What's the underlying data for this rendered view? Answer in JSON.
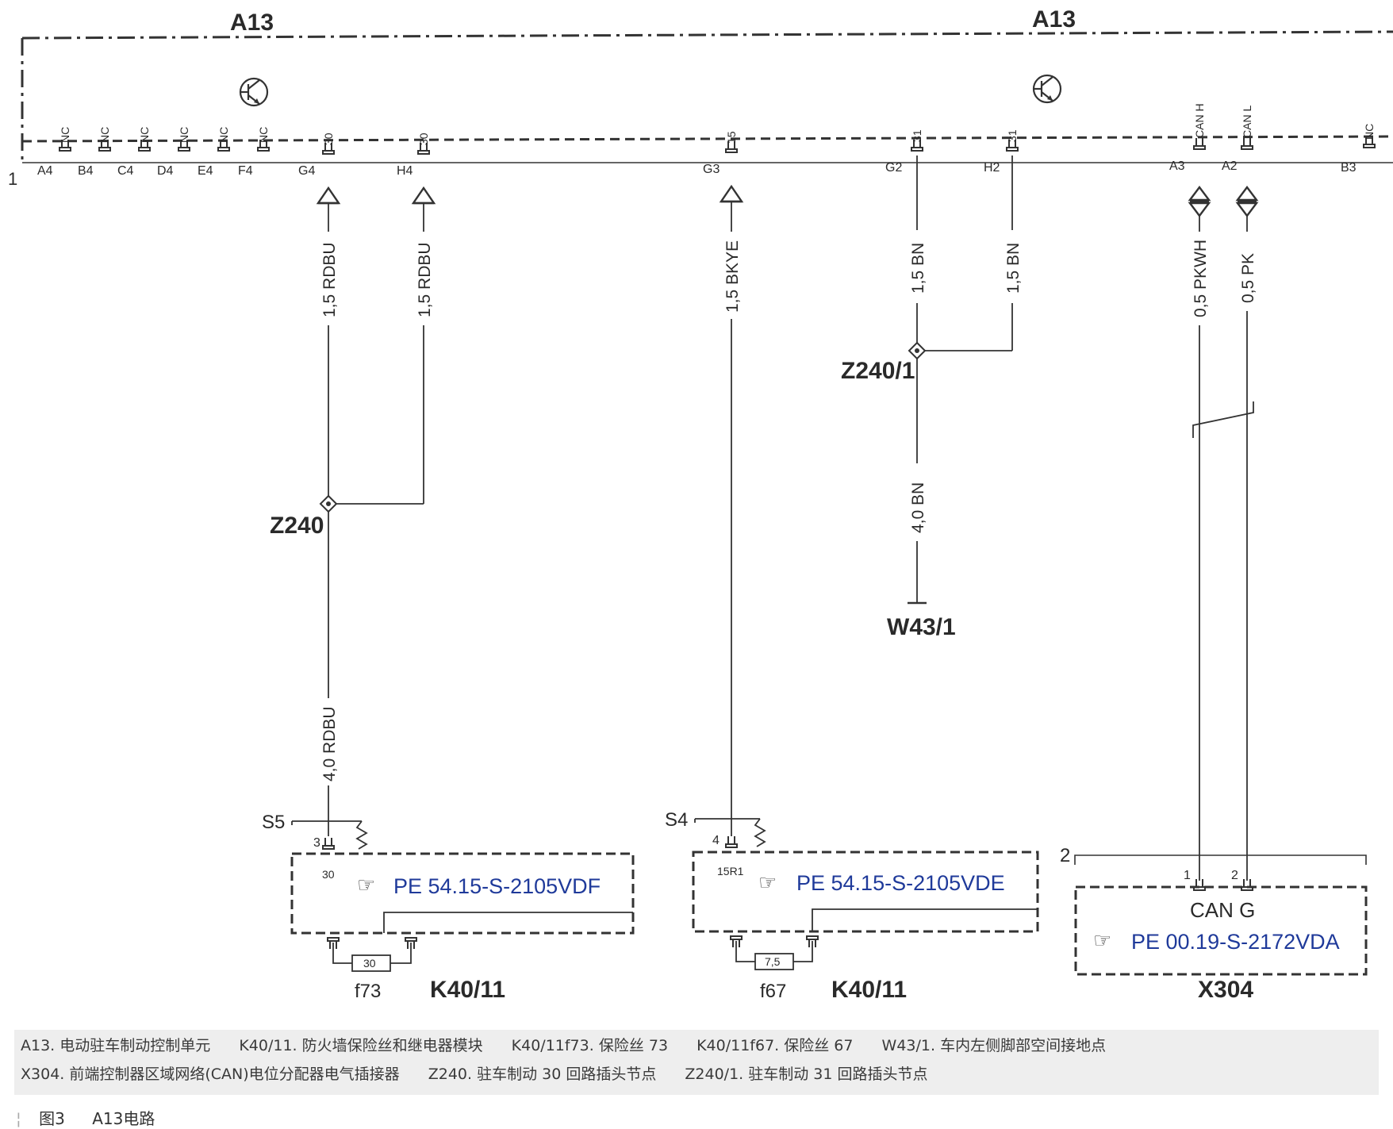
{
  "module": {
    "label_left": "A13",
    "label_right": "A13",
    "line_number_1": "1",
    "line_number_2": "2"
  },
  "nc_pins": [
    {
      "name": "A4",
      "signal": "NC"
    },
    {
      "name": "B4",
      "signal": "NC"
    },
    {
      "name": "C4",
      "signal": "NC"
    },
    {
      "name": "D4",
      "signal": "NC"
    },
    {
      "name": "E4",
      "signal": "NC"
    },
    {
      "name": "F4",
      "signal": "NC"
    },
    {
      "name": "B3",
      "signal": "NC"
    }
  ],
  "pins": {
    "g4": {
      "name": "G4",
      "signal": "30",
      "wire": "1,5 RDBU"
    },
    "h4": {
      "name": "H4",
      "signal": "30",
      "wire": "1,5 RDBU"
    },
    "g3": {
      "name": "G3",
      "signal": "15",
      "wire": "1,5 BKYE"
    },
    "g2": {
      "name": "G2",
      "signal": "31",
      "wire": "1,5 BN"
    },
    "h2": {
      "name": "H2",
      "signal": "31",
      "wire": "1,5 BN"
    },
    "a3": {
      "name": "A3",
      "signal": "CAN H",
      "wire": "0,5 PKWH"
    },
    "a2": {
      "name": "A2",
      "signal": "CAN L",
      "wire": "0,5 PK"
    }
  },
  "nodes": {
    "z240": "Z240",
    "z240_1": "Z240/1",
    "w43_1": "W43/1",
    "wire_z240_down": "4,0 RDBU",
    "wire_z240_1_down": "4,0 BN"
  },
  "fuse_blocks": [
    {
      "s_label": "S5",
      "pin_num": "3",
      "terminal": "30",
      "ref": "PE 54.15-S-2105VDF",
      "fuse_value": "30",
      "fuse_label": "f73",
      "module_label": "K40/11"
    },
    {
      "s_label": "S4",
      "pin_num": "4",
      "terminal": "15R1",
      "ref": "PE 54.15-S-2105VDE",
      "fuse_value": "7,5",
      "fuse_label": "f67",
      "module_label": "K40/11"
    }
  ],
  "can_block": {
    "pin1": "1",
    "pin2": "2",
    "title": "CAN G",
    "ref": "PE 00.19-S-2172VDA",
    "label": "X304"
  },
  "legend": [
    "A13. 电动驻车制动控制单元",
    "K40/11. 防火墙保险丝和继电器模块",
    "K40/11f73. 保险丝 73",
    "K40/11f67. 保险丝 67",
    "W43/1. 车内左侧脚部空间接地点",
    "X304. 前端控制器区域网络(CAN)电位分配器电气插接器",
    "Z240. 驻车制动 30 回路插头节点",
    "Z240/1. 驻车制动 31 回路插头节点"
  ],
  "caption": {
    "figure": "图3",
    "title": "A13电路"
  },
  "colors": {
    "line": "#333333",
    "reference_blue": "#1f3a9a",
    "legend_bg": "#eeeeee"
  }
}
